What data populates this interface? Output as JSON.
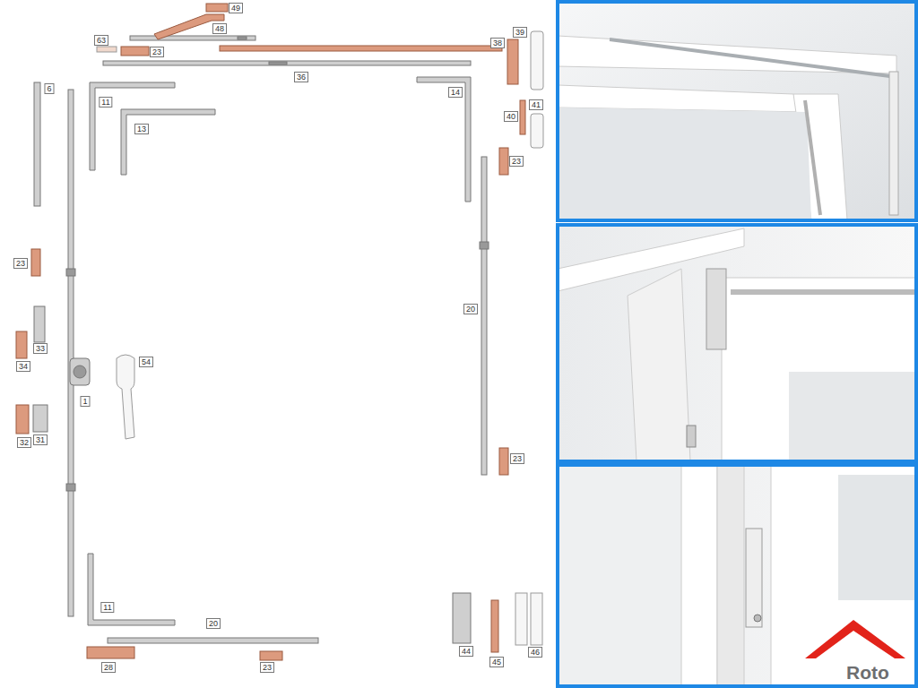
{
  "diagram": {
    "labels": [
      "49",
      "48",
      "63",
      "23",
      "39",
      "38",
      "36",
      "6",
      "11",
      "14",
      "13",
      "41",
      "40",
      "23",
      "23",
      "20",
      "33",
      "54",
      "34",
      "1",
      "32",
      "31",
      "23",
      "11",
      "20",
      "44",
      "45",
      "46",
      "28",
      "23",
      "Roto"
    ]
  }
}
